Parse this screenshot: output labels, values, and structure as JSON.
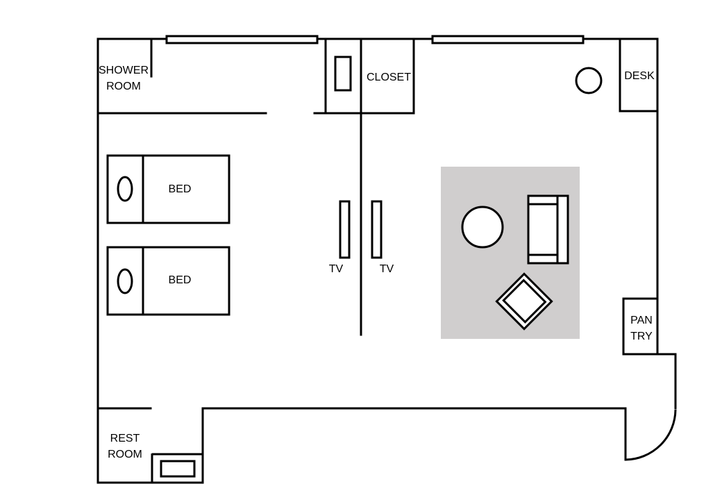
{
  "labels": {
    "shower_room_line1": "SHOWER",
    "shower_room_line2": "ROOM",
    "closet": "CLOSET",
    "desk": "DESK",
    "bed_top": "BED",
    "bed_bottom": "BED",
    "tv_left": "TV",
    "tv_right": "TV",
    "pantry_line1": "PAN",
    "pantry_line2": "TRY",
    "rest_room_line1": "REST",
    "rest_room_line2": "ROOM"
  },
  "colors": {
    "lines": "#000000",
    "rug": "#d0cece",
    "background": "#ffffff"
  }
}
